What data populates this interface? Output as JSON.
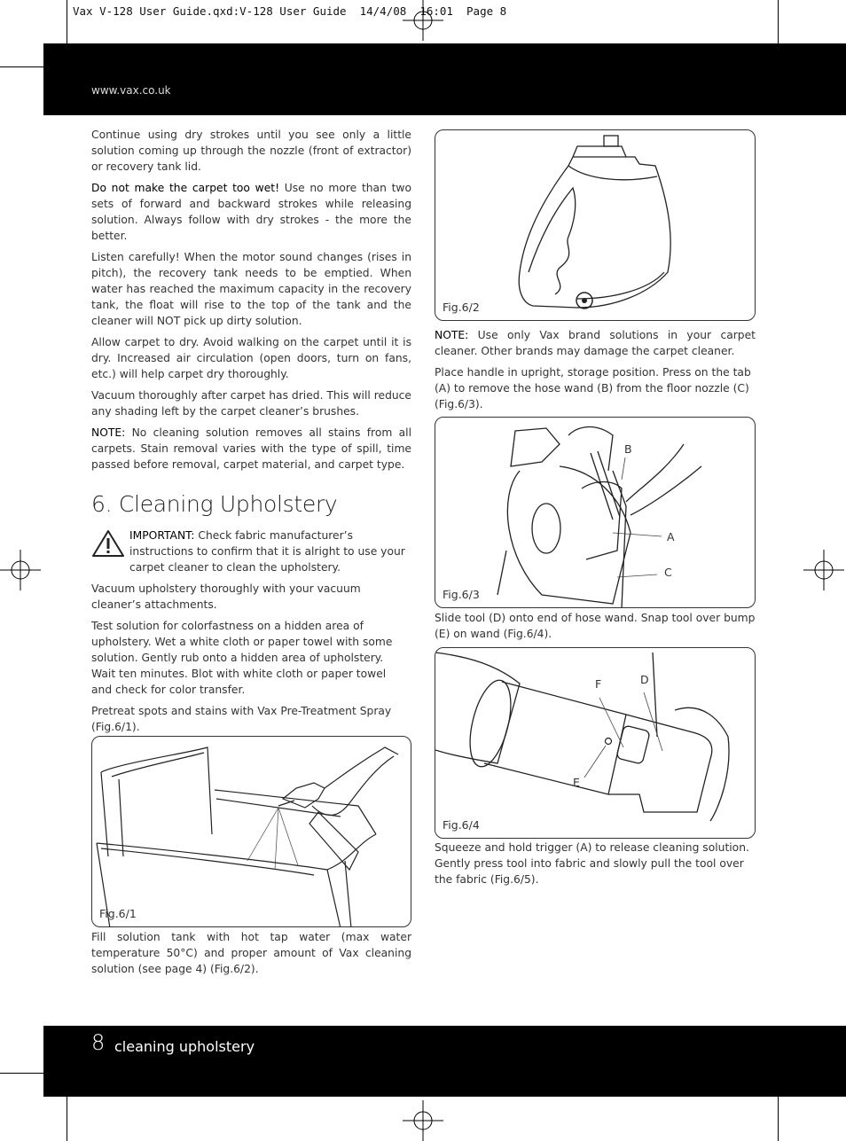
{
  "file_header": "Vax V-128 User Guide.qxd:V-128 User Guide  14/4/08  16:01  Page 8",
  "website": "www.vax.co.uk",
  "left_column": {
    "p1": "Continue using dry strokes until you see only a little solution coming up through the nozzle (front of extractor) or recovery tank lid.",
    "p2_lead": "Do not make the carpet too wet!",
    "p2_rest": " Use no more than two sets of forward and backward strokes while releasing solution. Always follow with dry strokes - the more the better.",
    "p3": "Listen carefully! When the motor sound changes (rises in pitch), the recovery tank needs to be emptied. When water has reached the maximum capacity in the recovery tank, the float will rise to the top of the tank and the cleaner will NOT pick up dirty solution.",
    "p4": "Allow carpet to dry. Avoid walking on the carpet until it is dry. Increased air circulation (open doors, turn on fans, etc.) will help carpet dry thoroughly.",
    "p5": "Vacuum thoroughly after carpet has dried. This will reduce any shading left by the carpet cleaner’s brushes.",
    "p6_lead": "NOTE:",
    "p6_rest": " No cleaning solution removes all stains from all carpets. Stain removal varies with the type of spill, time passed before removal, carpet material, and carpet type.",
    "section_title": "6. Cleaning Upholstery",
    "important_lead": "IMPORTANT:",
    "important_rest": " Check fabric manufacturer’s instructions to confirm that it is alright to use your carpet cleaner to clean the  upholstery.",
    "p7": "Vacuum upholstery thoroughly with your vacuum cleaner’s attachments.",
    "p8": "Test solution for colorfastness on a hidden area of upholstery. Wet a white cloth or paper towel with some solution. Gently rub onto a hidden area of upholstery. Wait ten minutes. Blot with white cloth or paper towel and check for color transfer.",
    "p9": "Pretreat spots and stains with Vax Pre-Treatment Spray (Fig.6/1).",
    "p10": "Fill solution tank with hot tap water (max water temperature 50°C) and proper amount of Vax cleaning solution (see page 4) (Fig.6/2)."
  },
  "right_column": {
    "note_lead": "NOTE:",
    "note_rest": " Use only Vax brand solutions in your carpet cleaner. Other brands may damage the carpet cleaner.",
    "p_handle": "Place handle in upright, storage position. Press on the tab (A) to remove the hose wand (B) from the floor nozzle (C) (Fig.6/3).",
    "p_slide": "Slide tool (D) onto end of hose wand. Snap tool over bump (E) on wand (Fig.6/4).",
    "p_squeeze": "Squeeze and hold trigger (A) to release cleaning solution. Gently press tool into fabric and slowly pull the tool over the fabric (Fig.6/5)."
  },
  "figures": {
    "fig1": "Fig.6/1",
    "fig2": "Fig.6/2",
    "fig3": "Fig.6/3",
    "fig4": "Fig.6/4",
    "fig3_labels": {
      "a": "A",
      "b": "B",
      "c": "C"
    },
    "fig4_labels": {
      "d": "D",
      "e": "E",
      "f": "F"
    }
  },
  "footer": {
    "page_number": "8",
    "section": "cleaning upholstery"
  }
}
